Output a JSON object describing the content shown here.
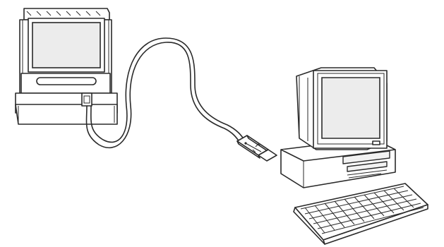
{
  "figure": {
    "description_visible_text": "",
    "components": [
      {
        "id": "recorder",
        "icon": "recorder-device-icon"
      },
      {
        "id": "usb-cable",
        "icon": "usb-cable-icon"
      },
      {
        "id": "usb-plug",
        "icon": "usb-symbol-icon"
      },
      {
        "id": "computer",
        "icon": "desktop-computer-icon"
      },
      {
        "id": "keyboard",
        "icon": "keyboard-icon"
      }
    ],
    "colors": {
      "line": "#2a2a2a",
      "screen": "#ececec",
      "background": "#ffffff"
    }
  }
}
